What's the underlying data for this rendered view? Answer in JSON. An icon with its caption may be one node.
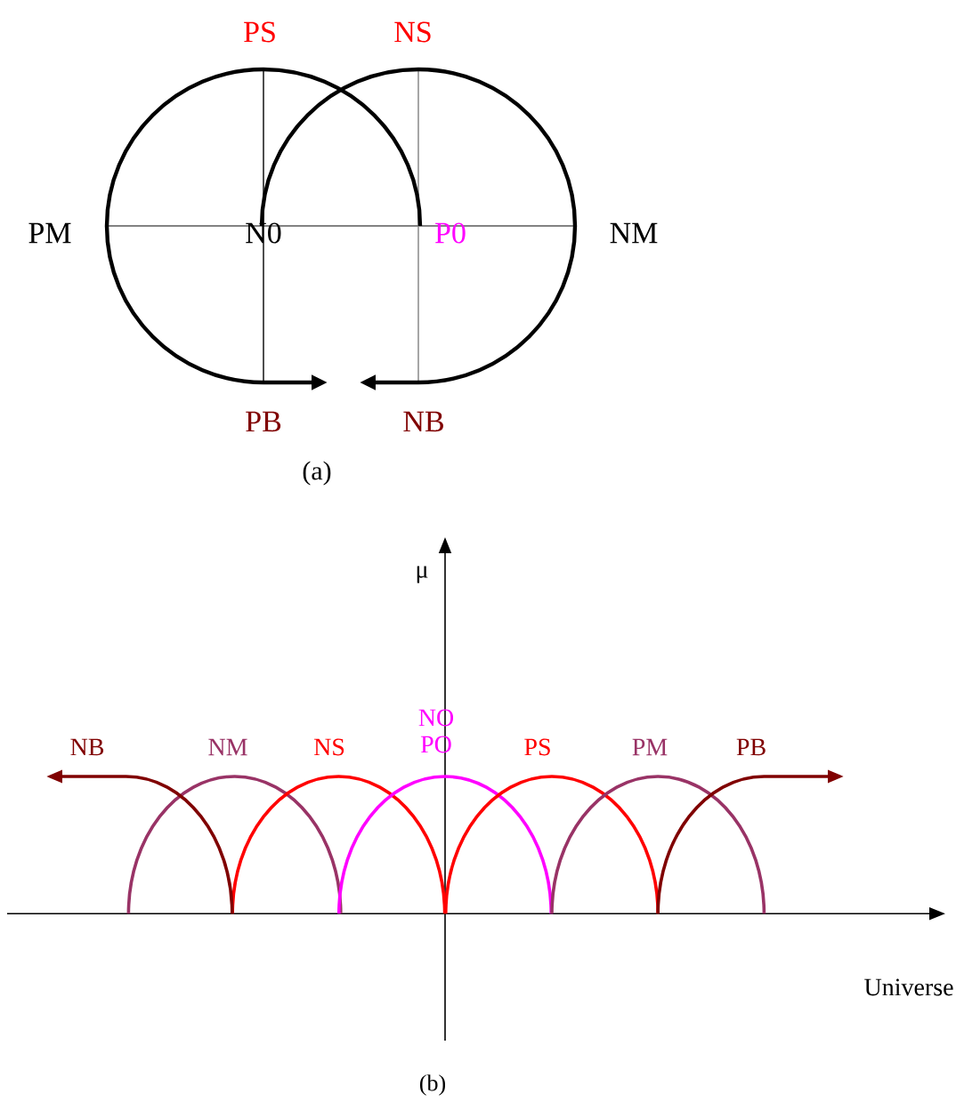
{
  "diagram": {
    "labels": [
      "PS",
      "NS",
      "PM",
      "N0",
      "P0",
      "NM",
      "PB",
      "NB",
      "(a)",
      "μ",
      "NO PO",
      "NB",
      "NM",
      "NS",
      "PS",
      "PM",
      "PB",
      "Universe",
      "(b)"
    ]
  }
}
